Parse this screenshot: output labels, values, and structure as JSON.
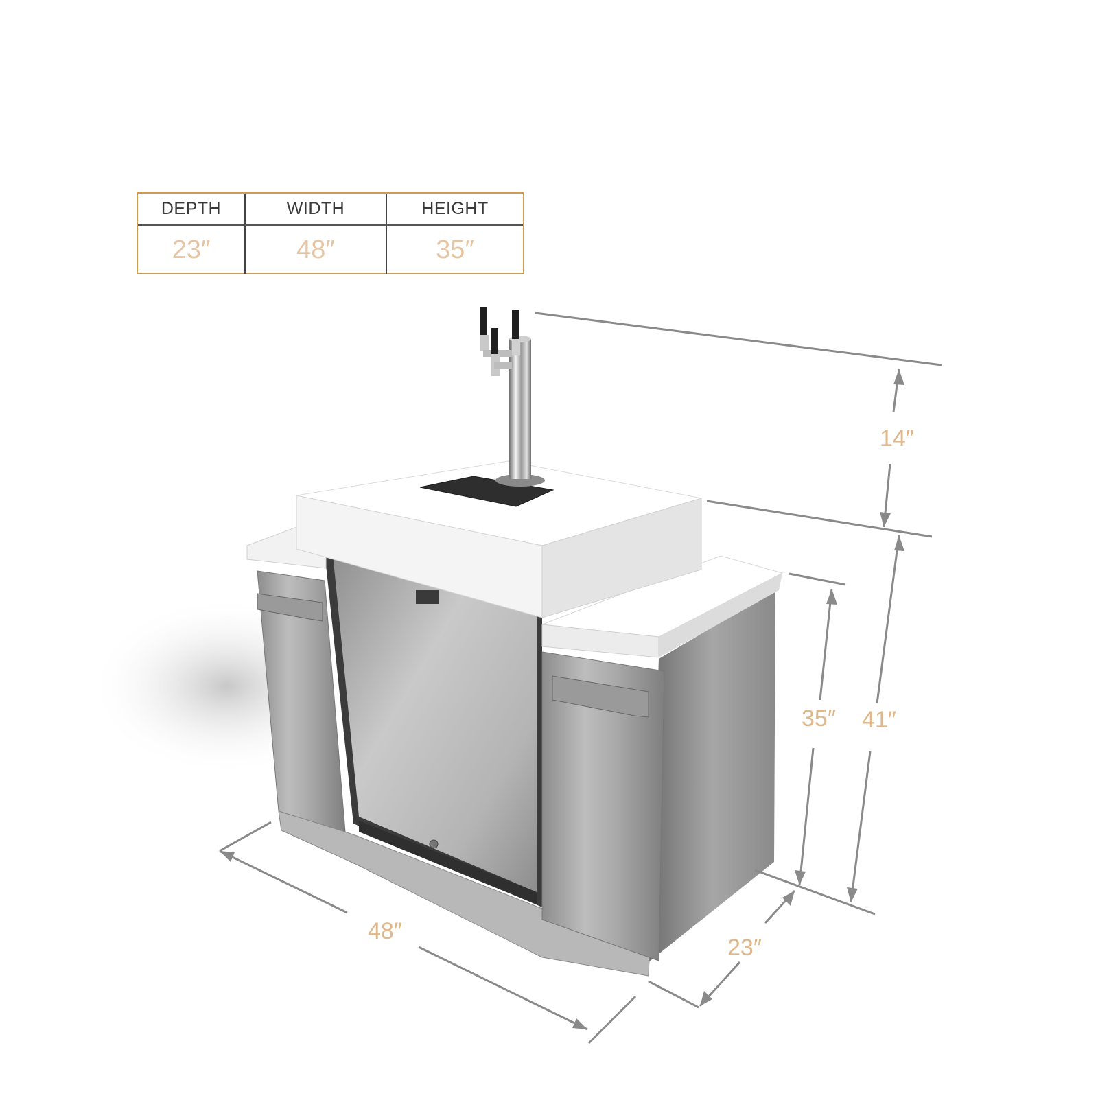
{
  "spec_table": {
    "headers": [
      "DEPTH",
      "WIDTH",
      "HEIGHT"
    ],
    "values": [
      "23″",
      "48″",
      "35″"
    ]
  },
  "dimensions": {
    "tower_height": "14″",
    "counter_height": "35″",
    "total_height": "41″",
    "width": "48″",
    "depth": "23″"
  },
  "colors": {
    "table_border": "#d39a52",
    "value_text": "#e6c5a2",
    "dimension_text": "#dfb789",
    "dimension_line": "#8a8a8a"
  }
}
